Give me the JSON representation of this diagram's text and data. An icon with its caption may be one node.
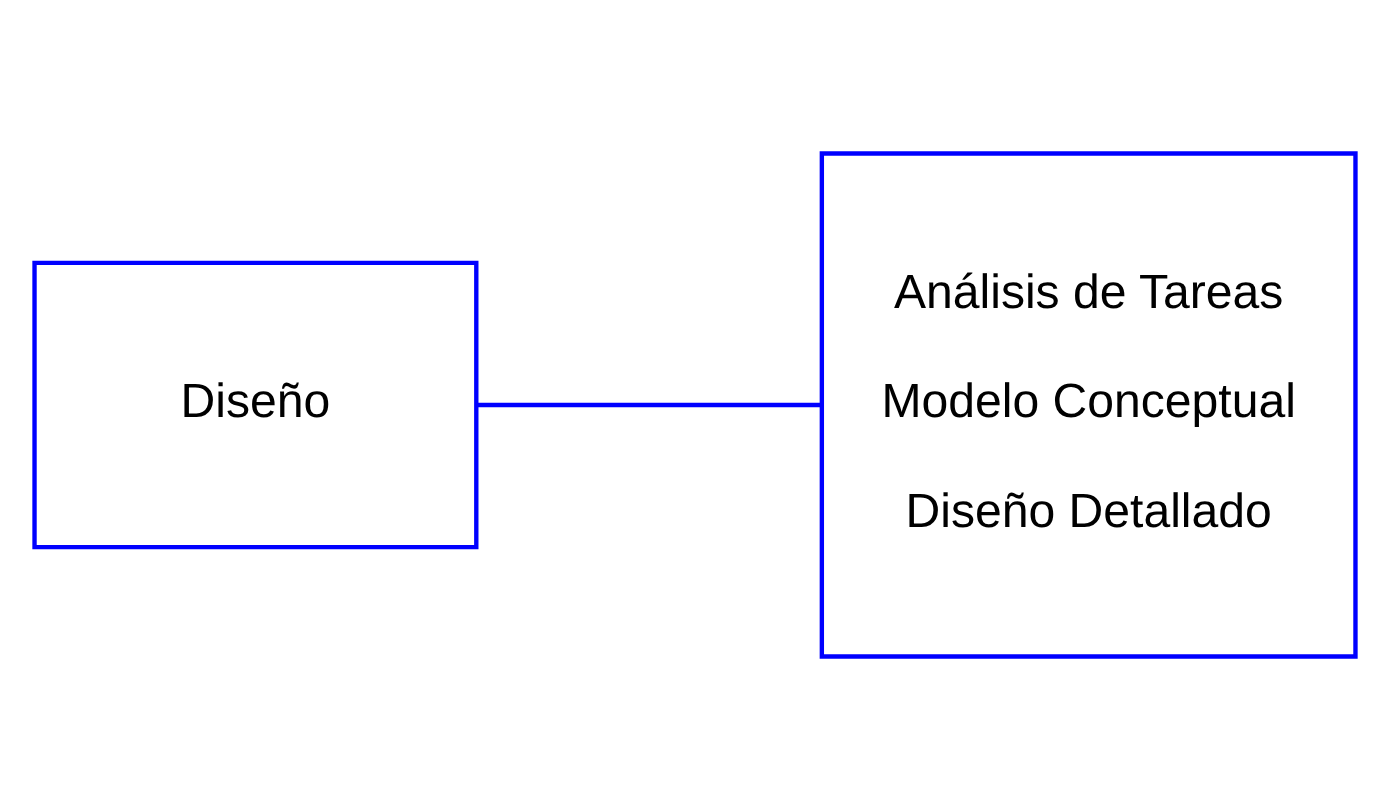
{
  "diagram": {
    "nodes": [
      {
        "text": [
          "Diseño"
        ]
      },
      {
        "text": [
          "Análisis de Tareas",
          "Modelo Conceptual",
          "Diseño Detallado"
        ]
      }
    ],
    "edges": [
      {
        "from": 0,
        "to": 1,
        "arrow": "none"
      }
    ]
  }
}
